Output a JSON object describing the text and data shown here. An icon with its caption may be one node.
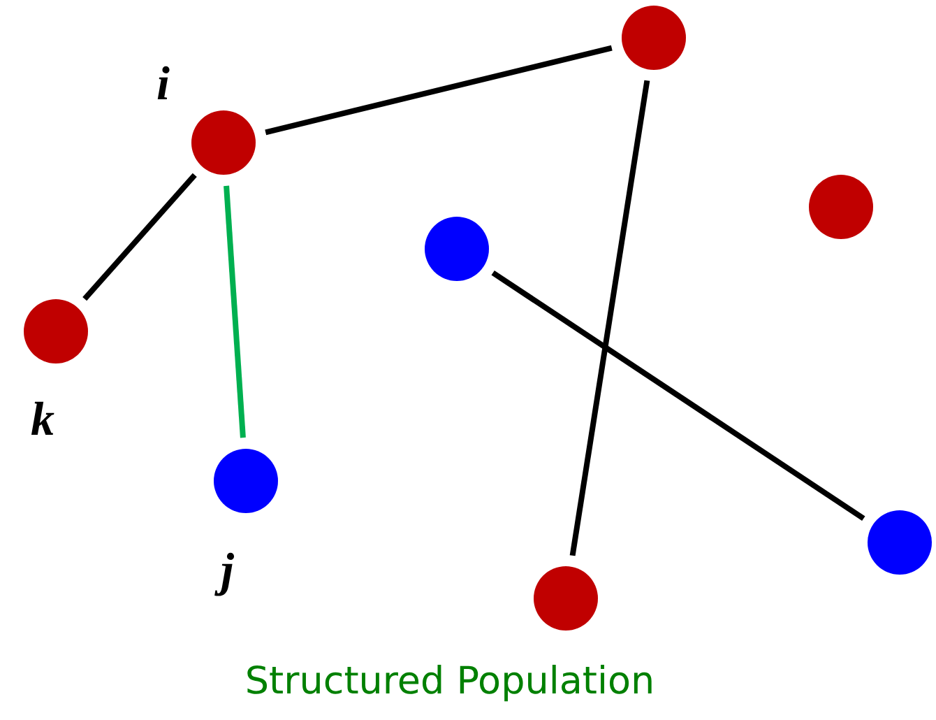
{
  "diagram": {
    "caption": "Structured Population",
    "nodes": [
      {
        "text": [],
        "shape": "circle"
      },
      {
        "text": [],
        "shape": "circle",
        "beside": [
          "i"
        ]
      },
      {
        "text": [],
        "shape": "circle"
      },
      {
        "text": [],
        "shape": "circle"
      },
      {
        "text": [],
        "shape": "circle",
        "beside": [
          "k"
        ]
      },
      {
        "text": [],
        "shape": "circle",
        "beside": [
          "j"
        ]
      },
      {
        "text": [],
        "shape": "circle"
      },
      {
        "text": [],
        "shape": "circle"
      }
    ],
    "edges": [
      {
        "from": 1,
        "to": 0,
        "arrow": "none"
      },
      {
        "from": 1,
        "to": 4,
        "arrow": "none"
      },
      {
        "from": 1,
        "to": 5,
        "arrow": "none",
        "color": "#00b050"
      },
      {
        "from": 0,
        "to": 7,
        "arrow": "none"
      },
      {
        "from": 3,
        "to": 6,
        "arrow": "none"
      }
    ]
  }
}
